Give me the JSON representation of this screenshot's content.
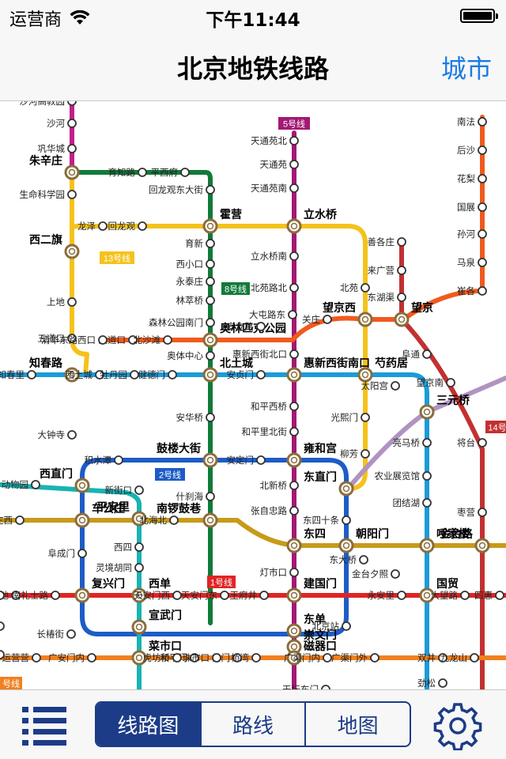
{
  "status": {
    "carrier": "运营商",
    "time": "下午11:44"
  },
  "nav": {
    "title": "北京地铁线路",
    "right_button": "城市"
  },
  "tabs": [
    {
      "label": "线路图",
      "active": true
    },
    {
      "label": "路线",
      "active": false
    },
    {
      "label": "地图",
      "active": false
    }
  ],
  "colors": {
    "accent": "#1a7be5",
    "tab": "#1c3c87",
    "line1": "#e02424",
    "line2": "#1d5cc7",
    "line4": "#18b3b3",
    "line5": "#a31974",
    "line6": "#c79a1a",
    "line7": "#f08020",
    "line8": "#117a3a",
    "line10": "#1c9bd8",
    "line13": "#f5c21b",
    "line14": "#c33030",
    "line15": "#b093c0",
    "linewest": "#f05a1e"
  },
  "line_badges": [
    {
      "label": "5号线",
      "color": "#a31974"
    },
    {
      "label": "13号线",
      "color": "#f5c21b"
    },
    {
      "label": "8号线",
      "color": "#117a3a"
    },
    {
      "label": "2号线",
      "color": "#1d5cc7"
    },
    {
      "label": "1号线",
      "color": "#e02424"
    },
    {
      "label": "14号",
      "color": "#c33030"
    },
    {
      "label": "号线",
      "color": "#f08020"
    }
  ],
  "transfer_stations": [
    "朱辛庄",
    "霍营",
    "立水桥",
    "西二旗",
    "望京西",
    "望京",
    "奥林匹克公园",
    "知春路",
    "北土城",
    "惠新西街南口",
    "芍药居",
    "三元桥",
    "鼓楼大街",
    "雍和宫",
    "西直门",
    "平安里",
    "车公庄",
    "东直门",
    "南锣鼓巷",
    "东四",
    "朝阳门",
    "呼家楼",
    "金台路",
    "西单",
    "复兴门",
    "建国门",
    "东单",
    "国贸",
    "宣武门",
    "崇文门",
    "菜市口",
    "磁器口"
  ],
  "stations": [
    "沙河高教园",
    "沙河",
    "巩华城",
    "生命科学园",
    "育知路",
    "平西府",
    "回龙观东大街",
    "龙泽",
    "回龙观",
    "育新",
    "西小口",
    "永泰庄",
    "林萃桥",
    "森林公园南门",
    "天通苑北",
    "天通苑",
    "天通苑南",
    "立水桥南",
    "北苑路北",
    "北苑",
    "大屯路东",
    "关庄",
    "安立路",
    "惠新西街北口",
    "上地",
    "五道口",
    "六道口",
    "北沙滩",
    "清华东路西口",
    "奥体中心",
    "安贞门",
    "知春里",
    "西土城",
    "牡丹园",
    "健德门",
    "太阳宫",
    "光熙门",
    "柳芳",
    "和平西桥",
    "和平里北街",
    "大钟寺",
    "安华桥",
    "积水潭",
    "安定门",
    "北新桥",
    "张自忠路",
    "什刹海",
    "北海北",
    "新街口",
    "动物园",
    "车公庄西",
    "阜成门",
    "西四",
    "灵境胡同",
    "东四十条",
    "东大桥",
    "金台夕照",
    "灯市口",
    "北京站",
    "永安里",
    "大望路",
    "木樨地",
    "南礼士路",
    "天安门西",
    "天安门东",
    "王府井",
    "长椿街",
    "和平门",
    "前门",
    "桥湾",
    "运营营",
    "广安门内",
    "虎坊桥",
    "珠市口",
    "广渠门内",
    "广渠门外",
    "双井",
    "九龙山",
    "劲松",
    "天坛东门",
    "善各庄",
    "来广营",
    "东湖渠",
    "阜通",
    "望京南",
    "亮马桥",
    "农业展览馆",
    "团结湖",
    "将台",
    "枣营",
    "南法",
    "后沙",
    "花梨",
    "国展",
    "孙河",
    "马泉",
    "崔各",
    "物馆",
    "站",
    "子",
    "四惠"
  ]
}
